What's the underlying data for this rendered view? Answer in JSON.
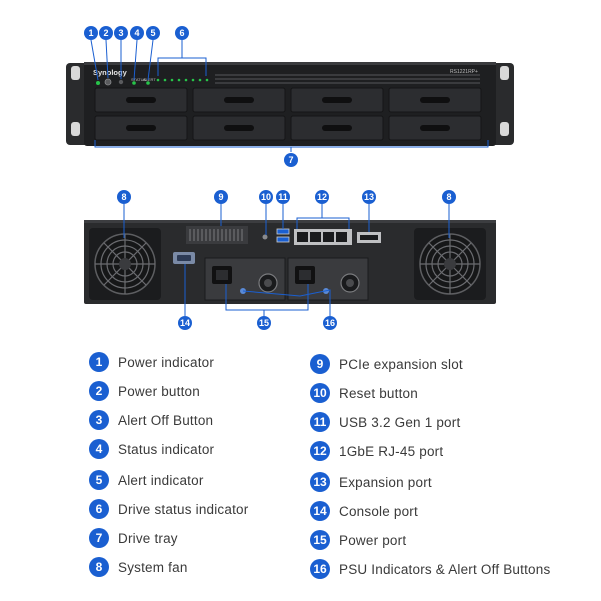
{
  "colors": {
    "accent": "#1a5fd1",
    "chassis": "#1e1f21",
    "rear_panel": "#2a2b2d",
    "led_green": "#27c44a",
    "leader_line": "#1a5fd1"
  },
  "front_panel": {
    "brand": "Synology",
    "model": "RS1221RP+",
    "button_labels": [
      "STATUS",
      "ALERT"
    ],
    "drive_bays": 8
  },
  "callouts": {
    "front": [
      "1",
      "2",
      "3",
      "4",
      "5",
      "6",
      "7"
    ],
    "rear": [
      "8",
      "9",
      "10",
      "11",
      "12",
      "13",
      "8",
      "14",
      "15",
      "16"
    ]
  },
  "legend": {
    "left": [
      {
        "num": "1",
        "label": "Power indicator"
      },
      {
        "num": "2",
        "label": "Power button"
      },
      {
        "num": "3",
        "label": "Alert Off Button"
      },
      {
        "num": "4",
        "label": "Status indicator"
      },
      {
        "num": "5",
        "label": "Alert indicator"
      },
      {
        "num": "6",
        "label": "Drive status indicator"
      },
      {
        "num": "7",
        "label": "Drive tray"
      },
      {
        "num": "8",
        "label": "System fan"
      }
    ],
    "right": [
      {
        "num": "9",
        "label": "PCIe expansion slot"
      },
      {
        "num": "10",
        "label": "Reset button"
      },
      {
        "num": "11",
        "label": "USB 3.2 Gen 1 port"
      },
      {
        "num": "12",
        "label": "1GbE RJ-45 port"
      },
      {
        "num": "13",
        "label": "Expansion port"
      },
      {
        "num": "14",
        "label": "Console port"
      },
      {
        "num": "15",
        "label": "Power port"
      },
      {
        "num": "16",
        "label": "PSU Indicators & Alert Off Buttons"
      }
    ]
  }
}
